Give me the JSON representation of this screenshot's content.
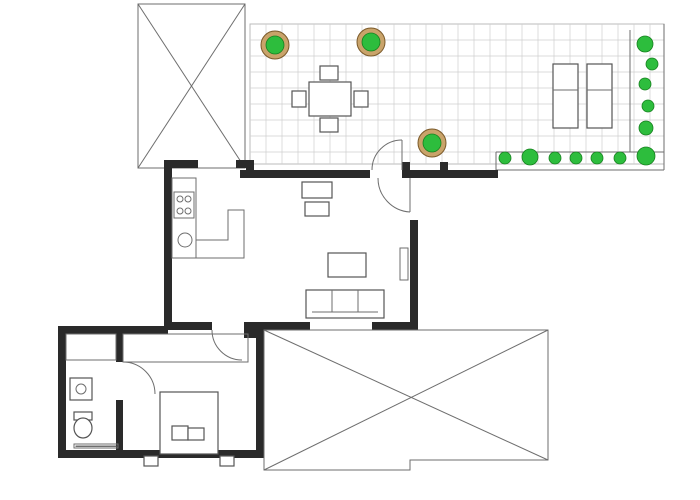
{
  "plan": {
    "rooms": [
      "terrace",
      "kitchen",
      "living-room",
      "bathroom",
      "bedroom",
      "roof-void-top",
      "roof-void-bottom"
    ],
    "colors": {
      "wall": "#2a2a2a",
      "line": "#6e6e6e",
      "grid": "#cfcfcf",
      "plant": "#2dbd3d",
      "pot": "#c9a36a"
    },
    "icons": [
      "sun-lounger-icon",
      "dining-table-icon",
      "potted-plant-icon",
      "sofa-icon",
      "bed-icon",
      "toilet-icon",
      "sink-icon",
      "shower-icon",
      "hob-icon"
    ]
  }
}
